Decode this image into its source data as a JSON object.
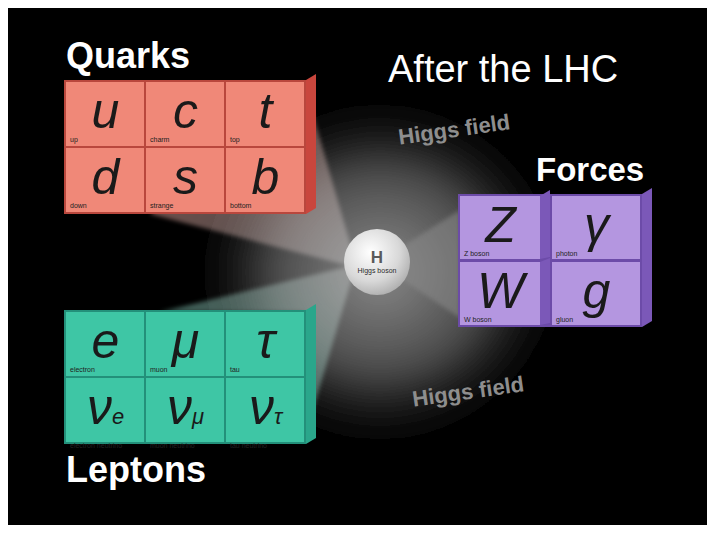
{
  "diagram": {
    "title": "After the LHC",
    "nodes": [
      {
        "text": [
          "u",
          "up"
        ]
      },
      {
        "text": [
          "c",
          "charm"
        ]
      },
      {
        "text": [
          "t",
          "top"
        ]
      },
      {
        "text": [
          "d",
          "down"
        ]
      },
      {
        "text": [
          "s",
          "strange"
        ]
      },
      {
        "text": [
          "b",
          "bottom"
        ]
      },
      {
        "text": [
          "H",
          "Higgs boson"
        ]
      },
      {
        "text": [
          "Z",
          "Z boson"
        ]
      },
      {
        "text": [
          "γ",
          "photon"
        ]
      },
      {
        "text": [
          "W",
          "W boson"
        ]
      },
      {
        "text": [
          "g",
          "gluon"
        ]
      },
      {
        "text": [
          "e",
          "electron"
        ]
      },
      {
        "text": [
          "μ",
          "muon"
        ]
      },
      {
        "text": [
          "τ",
          "tau"
        ]
      },
      {
        "text": [
          "νe",
          "electron neutrino"
        ]
      },
      {
        "text": [
          "νμ",
          "muon neutrino"
        ]
      },
      {
        "text": [
          "ντ",
          "tau neutrino"
        ]
      }
    ],
    "labels": [
      "Quarks",
      "Forces",
      "Leptons",
      "Higgs field",
      "Higgs field"
    ]
  }
}
